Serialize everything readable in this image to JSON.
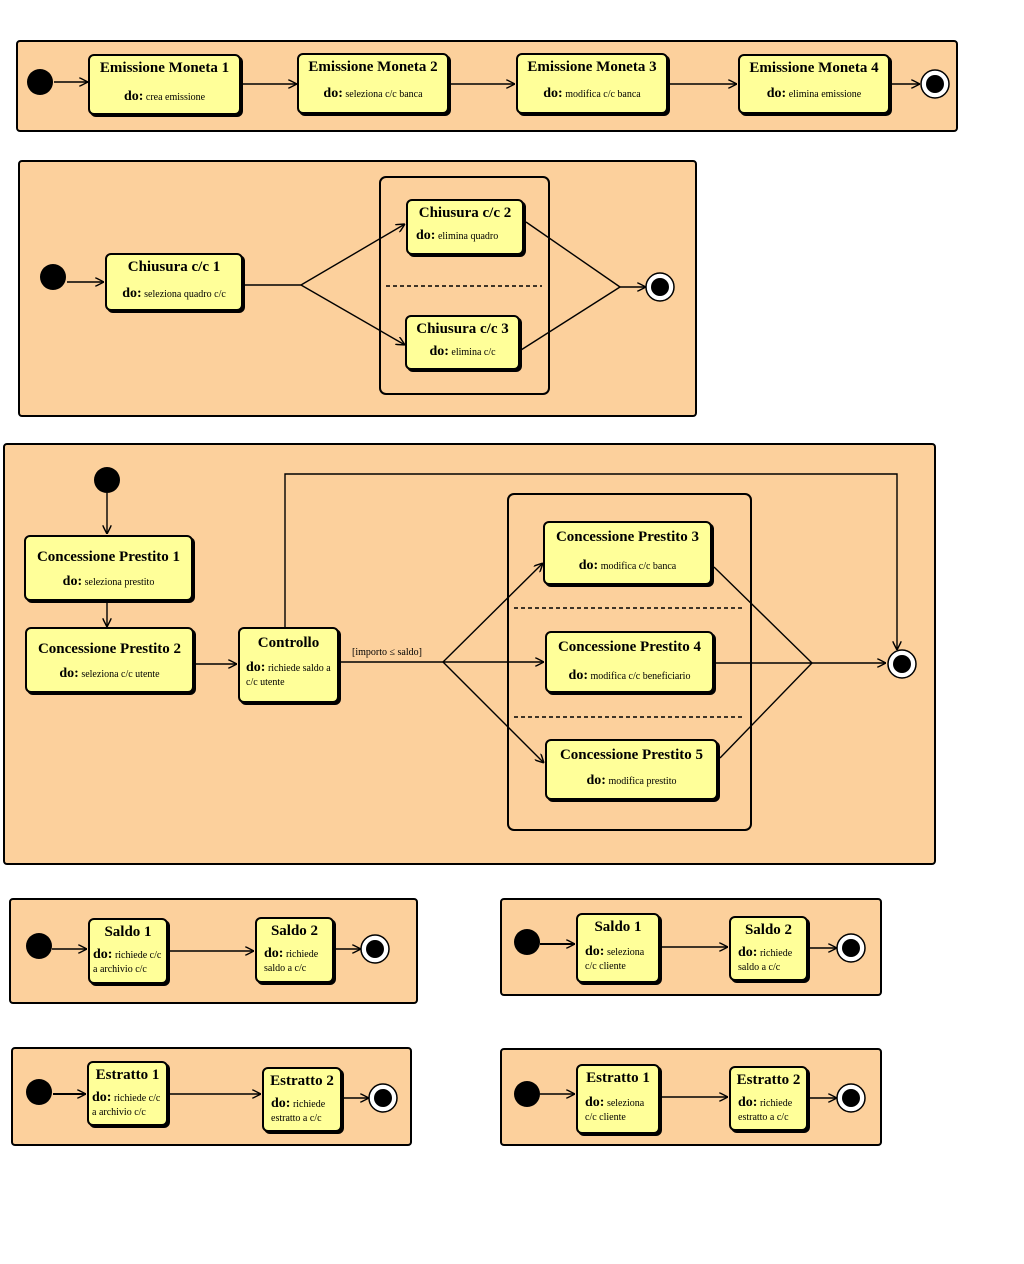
{
  "do_keyword": "do:",
  "emissione": [
    {
      "name": "Emissione Moneta 1",
      "activity": "crea emissione"
    },
    {
      "name": "Emissione Moneta 2",
      "activity": "seleziona c/c banca"
    },
    {
      "name": "Emissione Moneta 3",
      "activity": "modifica c/c banca"
    },
    {
      "name": "Emissione Moneta 4",
      "activity": "elimina emissione"
    }
  ],
  "chiusura": [
    {
      "name": "Chiusura c/c 1",
      "activity": "seleziona quadro  c/c"
    },
    {
      "name": "Chiusura c/c 2",
      "activity": "elimina  quadro"
    },
    {
      "name": "Chiusura c/c 3",
      "activity": "elimina c/c"
    }
  ],
  "prestito": [
    {
      "name": "Concessione Prestito 1",
      "activity": "seleziona prestito"
    },
    {
      "name": "Concessione Prestito 2",
      "activity": "seleziona c/c utente"
    },
    {
      "name": "Controllo",
      "activity": "richiede saldo a c/c utente"
    },
    {
      "name": "Concessione Prestito 3",
      "activity": "modifica c/c banca"
    },
    {
      "name": "Concessione Prestito 4",
      "activity": "modifica c/c beneficiario"
    },
    {
      "name": "Concessione Prestito 5",
      "activity": " modifica prestito"
    }
  ],
  "guard": "[importo ≤ saldo]",
  "saldo_a": [
    {
      "name": "Saldo  1",
      "activity": "richiede c/c a archivio c/c"
    },
    {
      "name": "Saldo 2",
      "activity": "richiede saldo  a c/c"
    }
  ],
  "saldo_b": [
    {
      "name": "Saldo 1",
      "activity": "seleziona c/c cliente"
    },
    {
      "name": "Saldo 2",
      "activity": "richiede saldo  a c/c"
    }
  ],
  "estratto_a": [
    {
      "name": "Estratto 1",
      "activity": "richiede c/c a archivio c/c"
    },
    {
      "name": "Estratto 2",
      "activity": "richiede estratto a c/c"
    }
  ],
  "estratto_b": [
    {
      "name": "Estratto 1",
      "activity": "seleziona c/c cliente"
    },
    {
      "name": "Estratto 2",
      "activity": "richiede estratto a c/c"
    }
  ],
  "colors": {
    "panel": "#fcd09c",
    "state": "#ffff99",
    "line": "#000000"
  }
}
